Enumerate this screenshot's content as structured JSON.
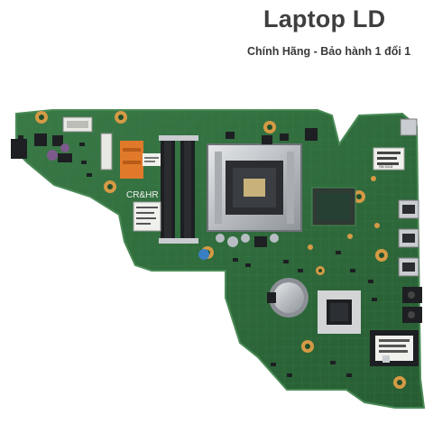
{
  "header": {
    "title": "Laptop LD",
    "subtitle": "Chính Hãng - Bảo hành 1 đổi 1"
  },
  "board": {
    "silkscreen_text": "CR&HR",
    "label_top_right": "SN 0113",
    "colors": {
      "pcb": "#2f6b3c",
      "pcb_dark": "#1f4f2c",
      "pcb_edge": "#4a8a56",
      "gold": "#d59a45",
      "metal": "#c9ccd0",
      "black_chip": "#1d1f22",
      "label_white": "#f0f0ec",
      "orange_tape": "#e07a2a"
    }
  }
}
